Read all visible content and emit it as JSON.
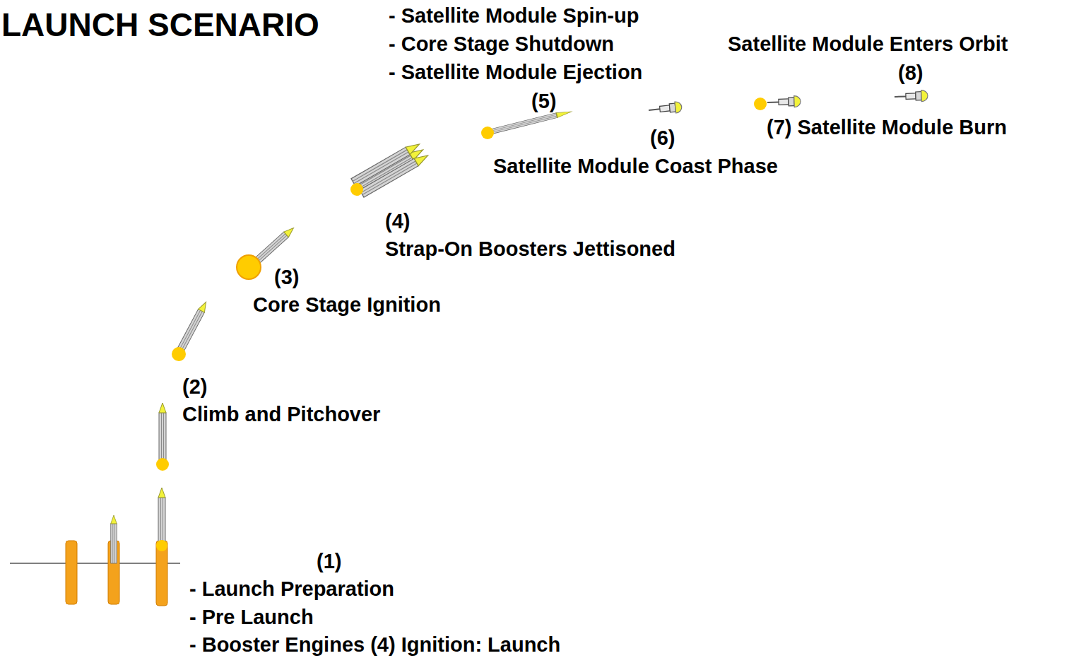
{
  "diagram": {
    "title": "LAUNCH SCENARIO",
    "labels": [
      "- Satellite Module Spin-up",
      "- Core Stage Shutdown",
      "- Satellite Module Ejection",
      "(5)",
      "Satellite Module Enters Orbit",
      "(8)",
      "(6)",
      "(7) Satellite Module Burn",
      "Satellite Module Coast Phase",
      "(4)",
      "Strap-On Boosters Jettisoned",
      "(3)",
      "Core Stage Ignition",
      "(2)",
      "Climb and Pitchover",
      "(1)",
      "- Launch Preparation",
      "- Pre Launch",
      "- Booster Engines (4) Ignition: Launch"
    ]
  }
}
